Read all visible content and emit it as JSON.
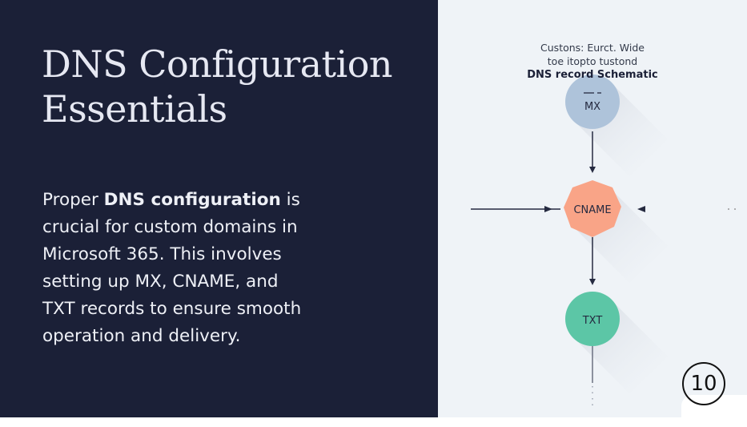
{
  "slide": {
    "title_lines": [
      "DNS Configuration",
      "Essentials"
    ],
    "body": {
      "pre": "Proper ",
      "bold": "DNS configuration",
      "post": " is crucial for custom domains in Microsoft 365. This involves setting up MX, CNAME, and TXT records to ensure smooth operation and delivery."
    },
    "page_number": "10"
  },
  "diagram": {
    "caption_line1": "Custons: Eurct. Wide",
    "caption_line2": "toe itopto tustond",
    "caption_title": "DNS record Schematic",
    "nodes": [
      {
        "label": "MX",
        "color": "#aec3da"
      },
      {
        "label": "CNAME",
        "color": "#f9a487"
      },
      {
        "label": "TXT",
        "color": "#5cc6a6"
      }
    ],
    "line_color": "#252a40"
  }
}
